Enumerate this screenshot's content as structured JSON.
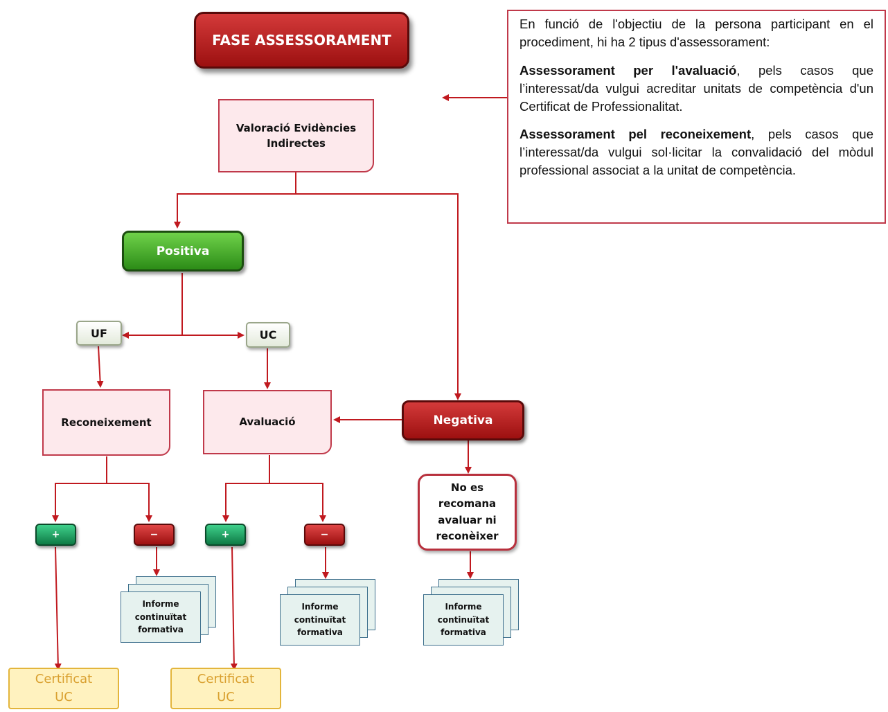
{
  "title": "FASE ASSESSORAMENT",
  "info": {
    "intro": "En funció de l'objectiu de la persona participant en el procediment, hi ha 2 tipus d'assessorament:",
    "item1_bold": "Assessorament per l'avaluació",
    "item1_text": ", pels casos que l’interessat/da vulgui acreditar unitats de competència d'un Certificat de Professionalitat.",
    "item2_bold": "Assessorament pel reconeixement",
    "item2_text": ", pels casos que l’interessat/da vulgui sol·licitar la convalidació del mòdul professional associat a la unitat de competència."
  },
  "nodes": {
    "valoracio": "Valoració Evidències Indirectes",
    "positiva": "Positiva",
    "negativa": "Negativa",
    "uf": "UF",
    "uc": "UC",
    "reconeixement": "Reconeixement",
    "avaluacio": "Avaluació",
    "no_recomana": "No es recomana avaluar ni reconèixer",
    "plus": "+",
    "minus": "−",
    "informe": "Informe continuïtat formativa",
    "certificat_line1": "Certificat",
    "certificat_line2": "UC"
  },
  "colors": {
    "arrow": "#c0191f",
    "box_border": "#c0394a",
    "box_fill": "#fde9ec",
    "green": "#2c8c17",
    "red": "#9c1010"
  }
}
